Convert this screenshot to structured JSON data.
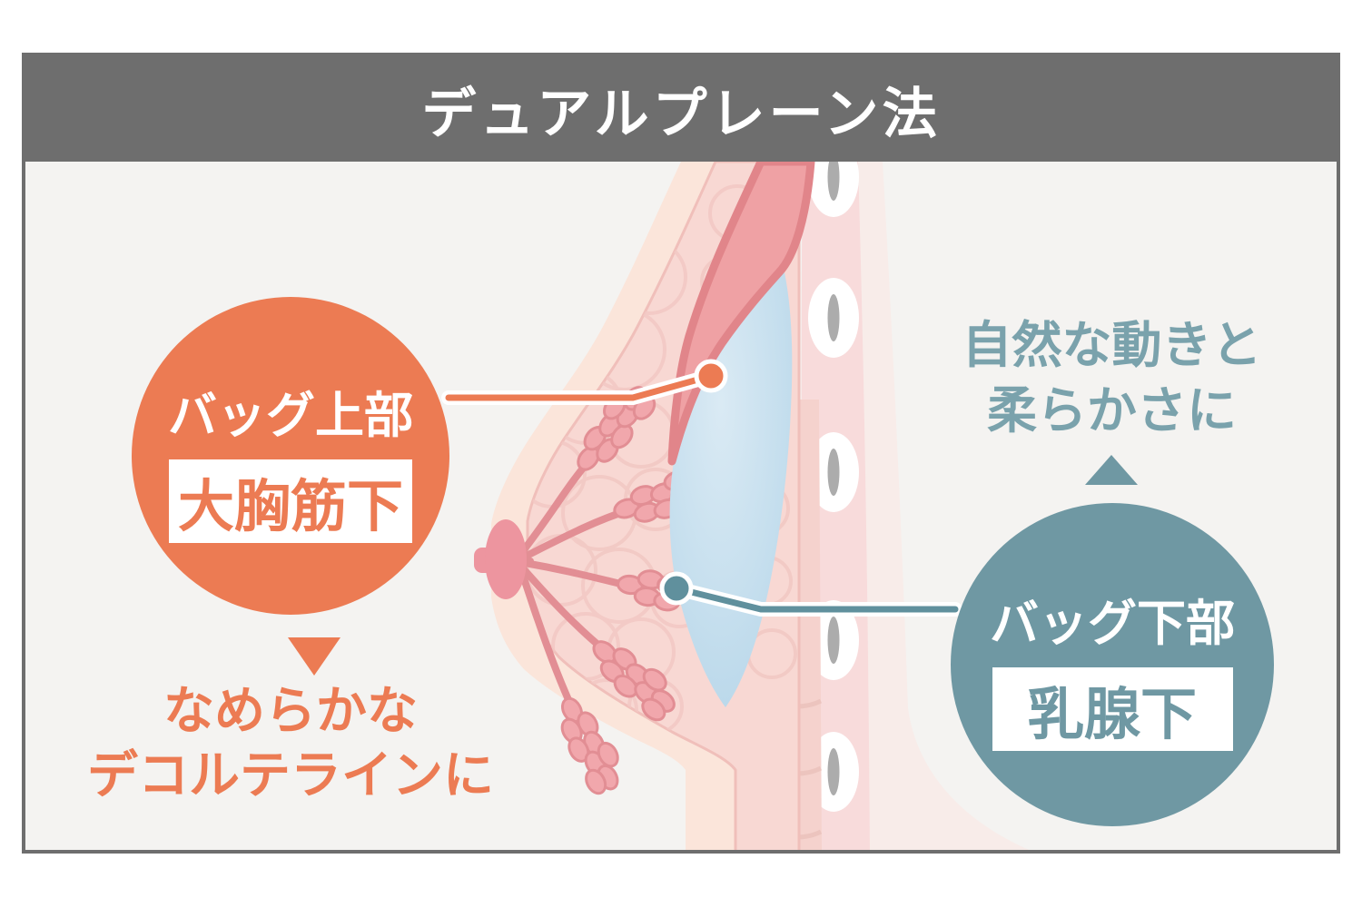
{
  "title": {
    "text": "デュアルプレーン法"
  },
  "upper_callout": {
    "heading": "バッグ上部",
    "placement": "大胸筋下",
    "benefit_lines": [
      "なめらかな",
      "デコルテラインに"
    ]
  },
  "lower_callout": {
    "heading": "バッグ下部",
    "placement": "乳腺下",
    "benefit_lines": [
      "自然な動きと",
      "柔らかさに"
    ]
  },
  "icons": {
    "upper_arrow": "triangle-down-icon",
    "lower_arrow": "triangle-up-icon",
    "upper_marker": "leader-dot-icon",
    "lower_marker": "leader-dot-icon"
  },
  "colors": {
    "accent_orange": "#EC7B53",
    "accent_teal": "#6F98A3",
    "teal_text": "#7AA2AC",
    "teal_line": "#60909D",
    "frame_gray": "#6E6E6E",
    "panel_bg": "#F4F3F1",
    "implant_blue": "#BCDAEB"
  }
}
